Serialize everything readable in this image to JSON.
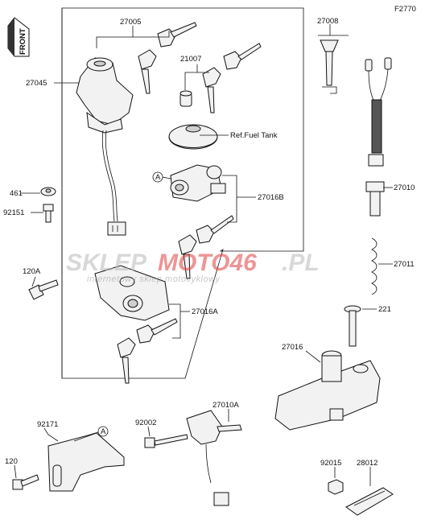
{
  "figure_code": "F2770",
  "front_label": "FRONT",
  "watermark": {
    "brand_part1": "SKLEP",
    "brand_part2": "MOTO46",
    "brand_part3": ".PL",
    "tagline": "internetowy sklep motocyklowy"
  },
  "part_numbers": {
    "p27005": "27005",
    "p27045": "27045",
    "p21007": "21007",
    "p27008": "27008",
    "ref_fuel_tank": "Ref.Fuel Tank",
    "p27016B": "27016B",
    "p461": "461",
    "p92151": "92151",
    "p27010": "27010",
    "p120A": "120A",
    "p27011": "27011",
    "p27016A": "27016A",
    "p221": "221",
    "p27016": "27016",
    "p92171": "92171",
    "p92002": "92002",
    "p27010A": "27010A",
    "p120": "120",
    "p92015": "92015",
    "p28012": "28012"
  },
  "callouts": {
    "circle_a_top": "A",
    "circle_a_bottom": "A"
  },
  "colors": {
    "line": "#111111",
    "watermark_gray": "#b9b9b9",
    "watermark_red": "#e04040"
  }
}
